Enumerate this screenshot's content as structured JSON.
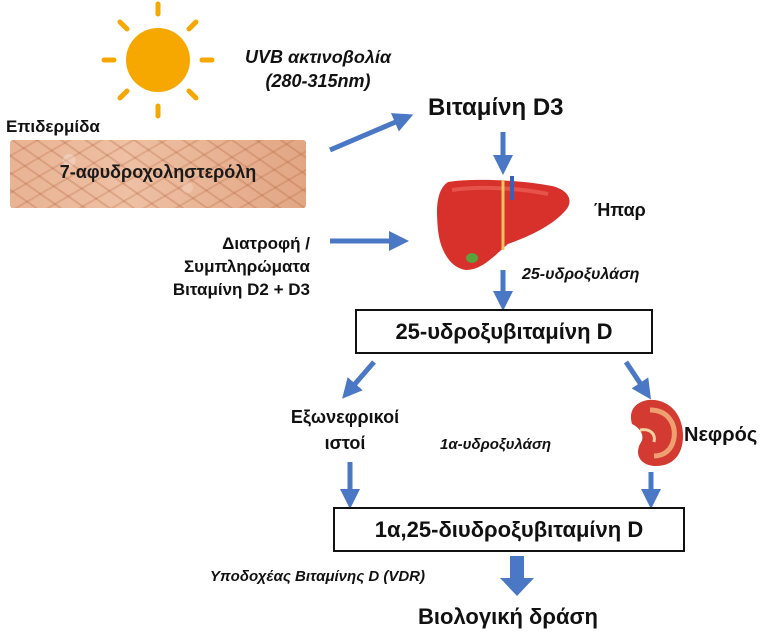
{
  "uvb": {
    "line1": "UVB ακτινοβολία",
    "line2": "(280-315nm)"
  },
  "epidermis": "Επιδερμίδα",
  "skin_compound": "7-αφυδροχοληστερόλη",
  "diet": {
    "line1": "Διατροφή /",
    "line2": "Συμπληρώματα",
    "line3": "Βιταμίνη D2 + D3"
  },
  "vitd3": "Βιταμίνη D3",
  "liver": "Ήπαρ",
  "enzyme25": "25-υδροξυλάση",
  "calcidiol": "25-υδροξυβιταμίνη D",
  "extrarenal": {
    "line1": "Εξωνεφρικοί",
    "line2": "ιστοί"
  },
  "enzyme1a": "1α-υδροξυλάση",
  "kidney": "Νεφρός",
  "calcitriol": "1α,25-διυδροξυβιταμίνη D",
  "vdr": "Υποδοχέας Βιταμίνης D (VDR)",
  "bio": "Βιολογική δράση",
  "colors": {
    "arrow": "#4a78c4",
    "sun": "#f6a800",
    "liver": "#d8302a",
    "kidney": "#d23a32"
  }
}
